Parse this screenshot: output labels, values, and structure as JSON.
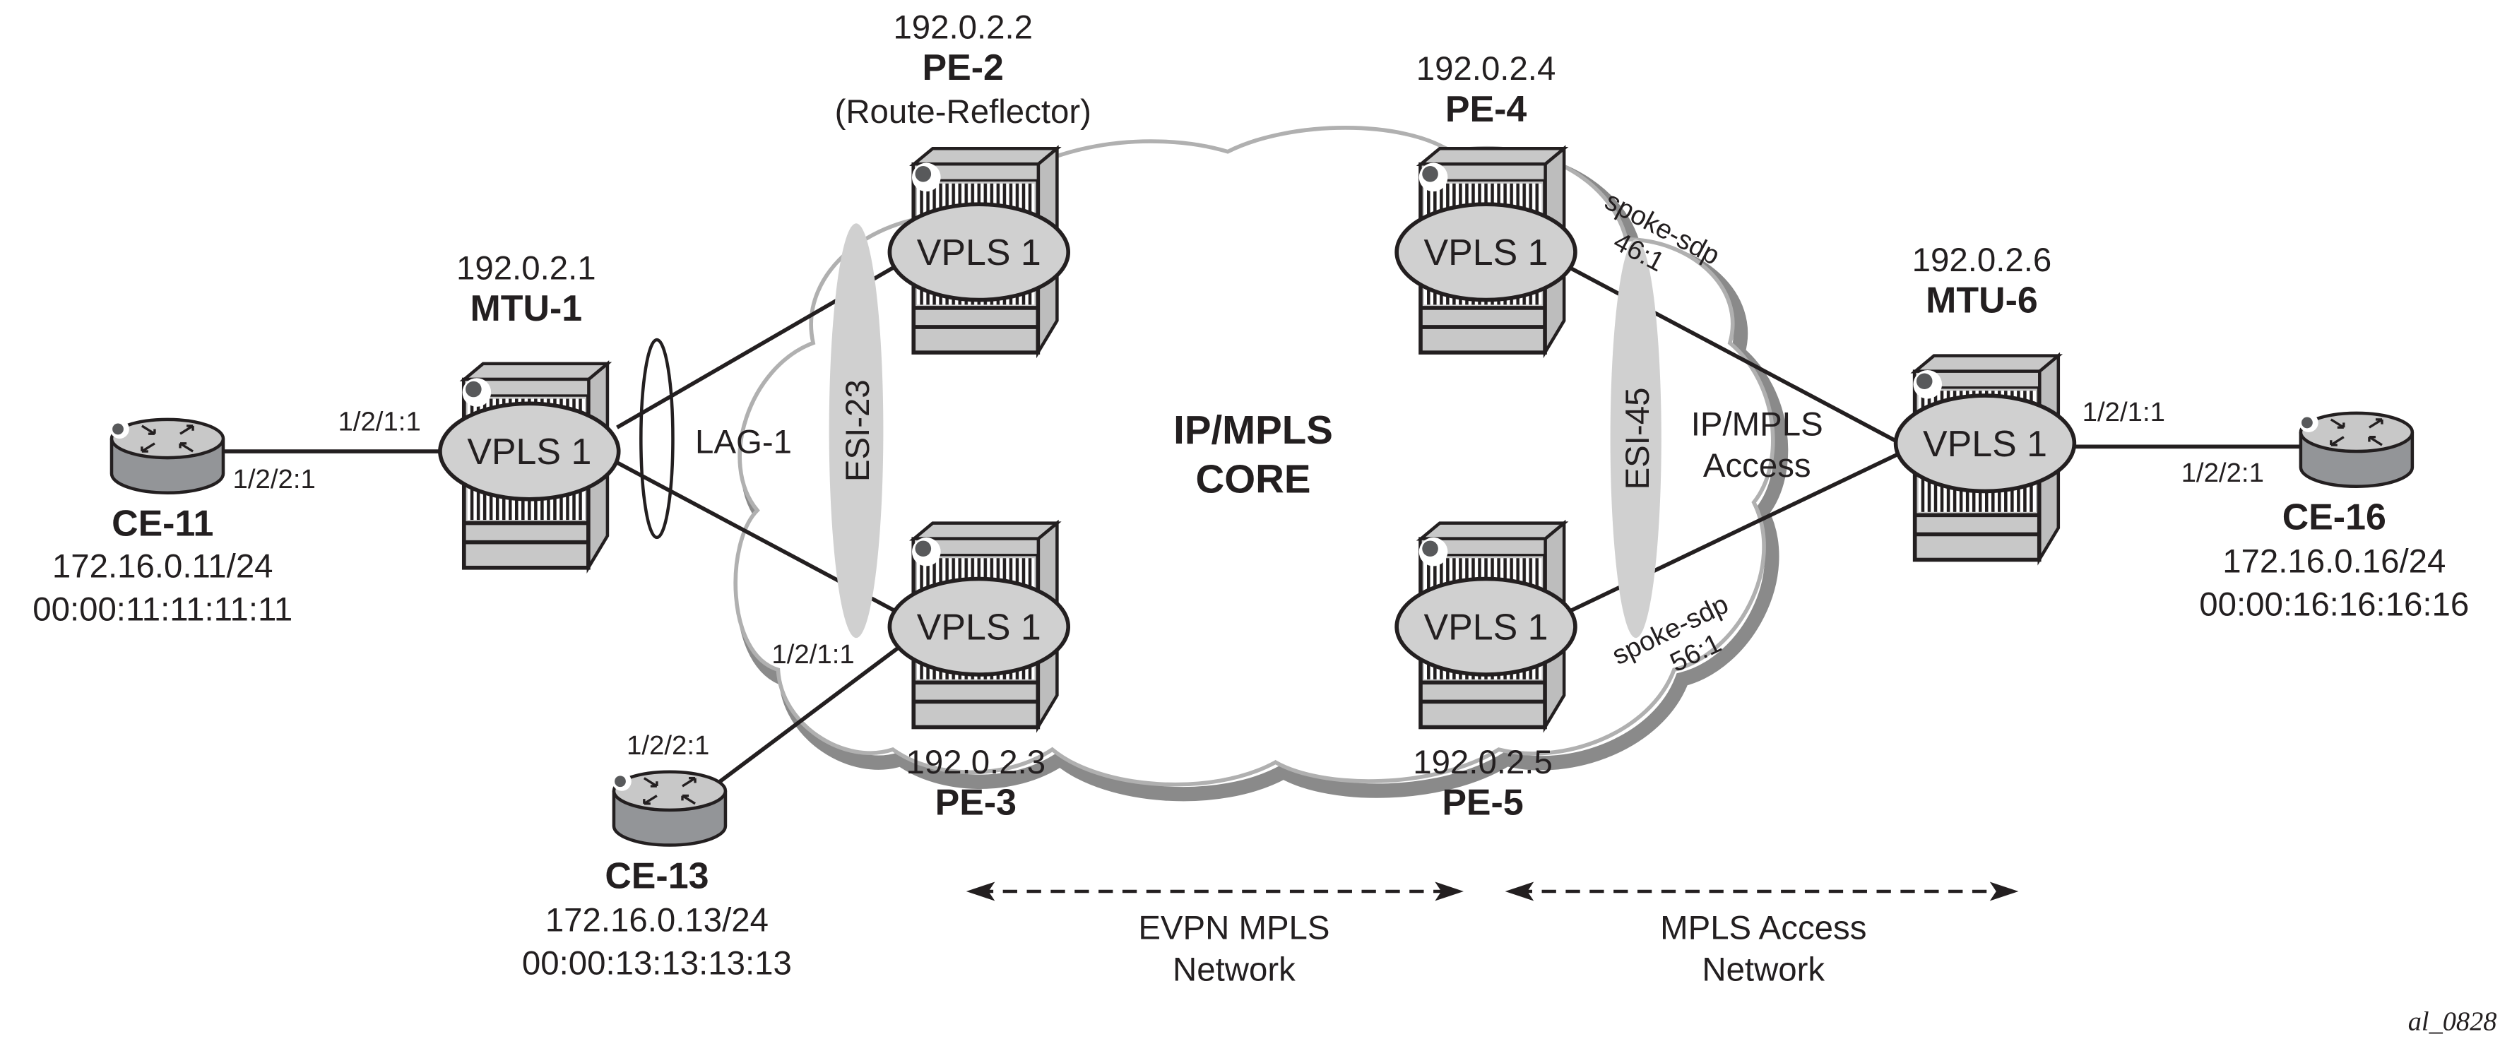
{
  "nodes": {
    "pe2": {
      "ip": "192.0.2.2",
      "name": "PE-2",
      "role": "(Route-Reflector)",
      "service": "VPLS 1"
    },
    "pe3": {
      "ip": "192.0.2.3",
      "name": "PE-3",
      "service": "VPLS 1"
    },
    "pe4": {
      "ip": "192.0.2.4",
      "name": "PE-4",
      "service": "VPLS 1"
    },
    "pe5": {
      "ip": "192.0.2.5",
      "name": "PE-5",
      "service": "VPLS 1"
    },
    "mtu1": {
      "ip": "192.0.2.1",
      "name": "MTU-1",
      "service": "VPLS 1"
    },
    "mtu6": {
      "ip": "192.0.2.6",
      "name": "MTU-6",
      "service": "VPLS 1"
    },
    "ce11": {
      "name": "CE-11",
      "ip": "172.16.0.11/24",
      "mac": "00:00:11:11:11:11"
    },
    "ce13": {
      "name": "CE-13",
      "ip": "172.16.0.13/24",
      "mac": "00:00:13:13:13:13"
    },
    "ce16": {
      "name": "CE-16",
      "ip": "172.16.0.16/24",
      "mac": "00:00:16:16:16:16"
    }
  },
  "ports": {
    "mtu1_ce11": "1/2/1:1",
    "ce11_mtu1": "1/2/2:1",
    "pe3_ce13": "1/2/1:1",
    "ce13_pe3": "1/2/2:1",
    "mtu6_ce16": "1/2/1:1",
    "ce16_mtu6": "1/2/2:1"
  },
  "links": {
    "lag": "LAG-1",
    "esi23": "ESI-23",
    "esi45": "ESI-45",
    "spoke46_a": "spoke-sdp",
    "spoke46_b": "46:1",
    "spoke56_a": "spoke-sdp",
    "spoke56_b": "56:1"
  },
  "core": {
    "line1": "IP/MPLS",
    "line2": "CORE"
  },
  "access": {
    "line1": "IP/MPLS",
    "line2": "Access"
  },
  "domains": {
    "evpn": {
      "line1": "EVPN MPLS",
      "line2": "Network"
    },
    "mpls_access": {
      "line1": "MPLS Access",
      "line2": "Network"
    }
  },
  "figure_id": "al_0828",
  "colors": {
    "ink": "#231f20",
    "device_gray": "#c8c8c8",
    "cloud": "#a8a8a8",
    "esi": "#d0d0d0"
  }
}
